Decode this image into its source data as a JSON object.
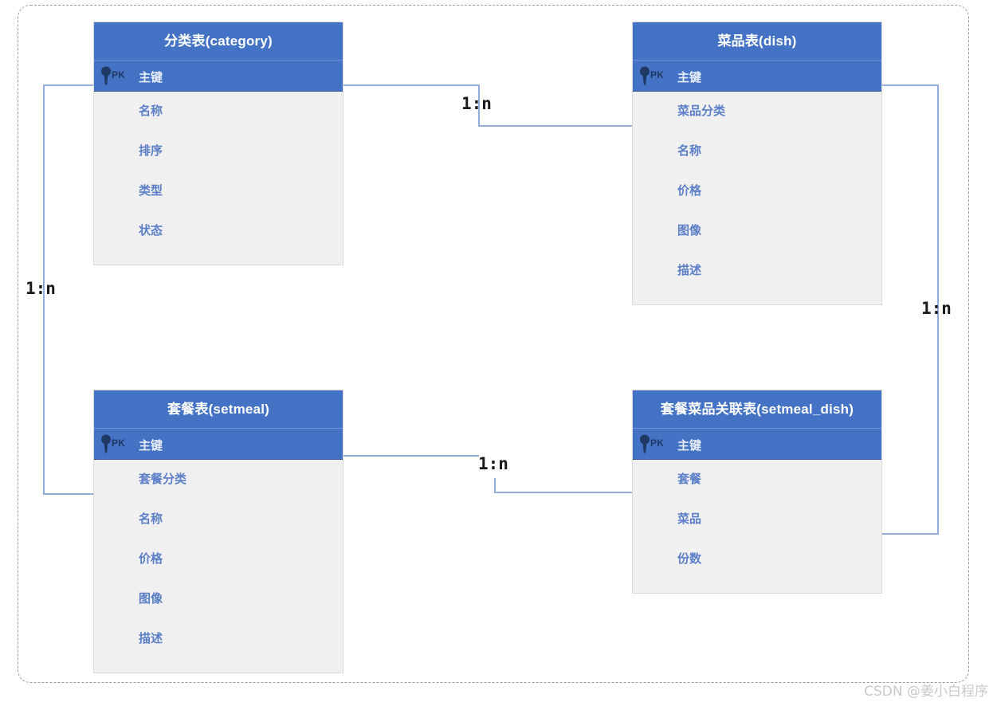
{
  "diagram": {
    "type": "er-diagram",
    "entities": [
      {
        "id": "category",
        "title": "分类表(category)",
        "pk": {
          "tag": "PK",
          "label": "主键",
          "icon": "key-icon"
        },
        "attributes": [
          "名称",
          "排序",
          "类型",
          "状态"
        ]
      },
      {
        "id": "dish",
        "title": "菜品表(dish)",
        "pk": {
          "tag": "PK",
          "label": "主键",
          "icon": "key-icon"
        },
        "attributes": [
          "菜品分类",
          "名称",
          "价格",
          "图像",
          "描述"
        ]
      },
      {
        "id": "setmeal",
        "title": "套餐表(setmeal)",
        "pk": {
          "tag": "PK",
          "label": "主键",
          "icon": "key-icon"
        },
        "attributes": [
          "套餐分类",
          "名称",
          "价格",
          "图像",
          "描述"
        ]
      },
      {
        "id": "setmeal_dish",
        "title": "套餐菜品关联表(setmeal_dish)",
        "pk": {
          "tag": "PK",
          "label": "主键",
          "icon": "key-icon"
        },
        "attributes": [
          "套餐",
          "菜品",
          "份数"
        ]
      }
    ],
    "relationships": [
      {
        "id": "category-dish",
        "label": "1:n",
        "from": "category.主键",
        "to": "dish.菜品分类"
      },
      {
        "id": "category-setmeal",
        "label": "1:n",
        "from": "category.主键",
        "to": "setmeal.套餐分类"
      },
      {
        "id": "dish-setmeal_dish",
        "label": "1:n",
        "from": "dish.主键",
        "to": "setmeal_dish.菜品"
      },
      {
        "id": "setmeal-setmeal_dish",
        "label": "1:n",
        "from": "setmeal.主键",
        "to": "setmeal_dish.套餐"
      }
    ],
    "colors": {
      "header": "#4472C4",
      "body": "#F0F0F0",
      "attr_text": "#5B7FC7",
      "pk_text": "#E9EEFA",
      "pk_icon": "#1F3864",
      "connector": "#93AEDE",
      "frame": "#9A9A9A",
      "watermark": "#C9C9C9"
    }
  },
  "watermark": {
    "text": "CSDN @姜小白程序"
  }
}
